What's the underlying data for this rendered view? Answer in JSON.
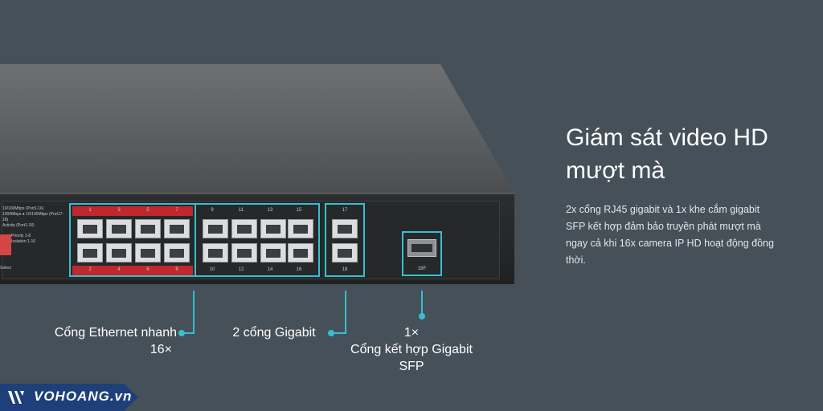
{
  "headline": {
    "line1": "Giám sát video HD",
    "line2": "mượt mà"
  },
  "description": {
    "line1": "2x cổng RJ45 gigabit và 1x khe cắm gigabit",
    "line2": "SFP kết hợp đảm bảo truyền phát mượt mà",
    "line3": "ngay cả khi 16x camera IP HD hoạt động đồng",
    "line4": "thời."
  },
  "callouts": {
    "fast_ethernet": {
      "line1": "Cổng Ethernet nhanh",
      "line2": "16×"
    },
    "gigabit": {
      "line1": "2 cổng Gigabit"
    },
    "sfp": {
      "line1": "1×",
      "line2": "Cổng kết hợp Gigabit",
      "line3": "SFP"
    }
  },
  "device": {
    "led_legend": {
      "line1": "10/100Mbps (Port1-16)",
      "line2": "1000Mbps ● 10/100Mbps (Port17-18)",
      "line3": "Activity (Port1-18)"
    },
    "dip": {
      "priority": "Priority 1-8",
      "isolation": "Isolation 1-16",
      "select": "Select"
    },
    "group1_top": [
      "1",
      "3",
      "5",
      "7"
    ],
    "group1_bottom": [
      "2",
      "4",
      "6",
      "8"
    ],
    "group2_top": [
      "9",
      "11",
      "13",
      "15"
    ],
    "group2_bottom": [
      "10",
      "12",
      "14",
      "16"
    ],
    "group3_top": "17",
    "group3_bottom": "18",
    "sfp_label": "18F"
  },
  "logo": {
    "text": "VOHOANG.vn",
    "icon": "vohoang-logo-icon"
  },
  "colors": {
    "background": "#455059",
    "accent": "#35c0cf",
    "red_strip": "#c0282e",
    "logo_bg": "#1d3f7a"
  }
}
